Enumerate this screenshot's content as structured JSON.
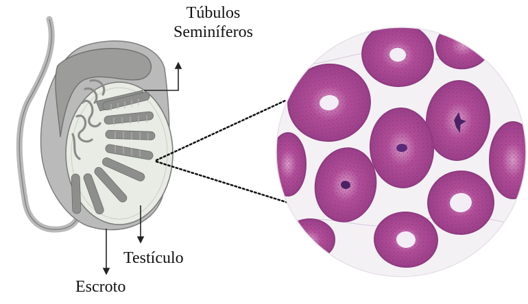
{
  "labels": {
    "tubulos_line1": "Túbulos",
    "tubulos_line2": "Seminíferos",
    "testiculo": "Testículo",
    "escroto": "Escroto"
  },
  "colors": {
    "tissue_fill": "#b9bab9",
    "tissue_stroke": "#7b7c7b",
    "testis_fill": "#e8ece4",
    "lobule_fill": "#8e8f8d",
    "tubule_pink": "#b24d98",
    "tubule_lumen": "#f3eef6",
    "interstitial": "#f4f1f5",
    "nucleus_purple": "#5a2a7a"
  }
}
